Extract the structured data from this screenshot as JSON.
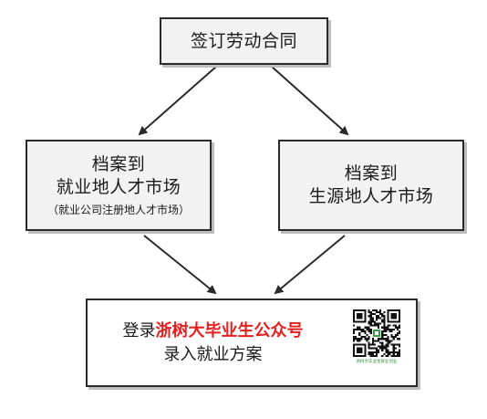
{
  "nodes": {
    "top": {
      "text": "签订劳动合同"
    },
    "left": {
      "line1": "档案到",
      "line2": "就业地人才市场",
      "note": "（就业公司注册地人才市场）"
    },
    "right": {
      "line1": "档案到",
      "line2": "生源地人才市场"
    },
    "bottom": {
      "prefix": "登录",
      "highlight": "浙树大毕业生公众号",
      "line2": "录入就业方案",
      "qr_caption": "浙树大毕业生就业创业",
      "highlight_color": "#e4201f"
    }
  },
  "edges": [
    {
      "from": "top",
      "to": "left"
    },
    {
      "from": "top",
      "to": "right"
    },
    {
      "from": "left",
      "to": "bottom"
    },
    {
      "from": "right",
      "to": "bottom"
    }
  ]
}
